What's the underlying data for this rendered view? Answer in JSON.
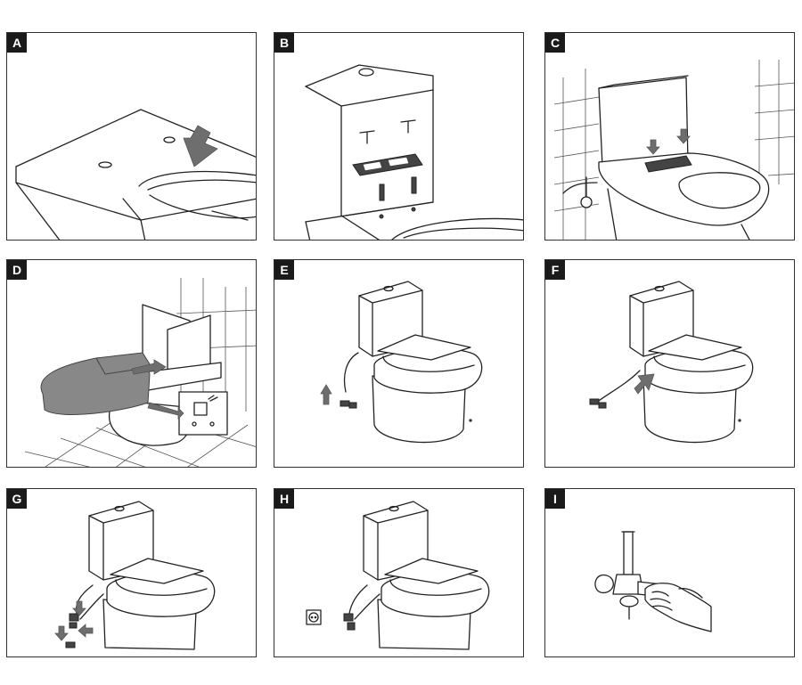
{
  "steps": [
    {
      "id": "A"
    },
    {
      "id": "B"
    },
    {
      "id": "C"
    },
    {
      "id": "D"
    },
    {
      "id": "E"
    },
    {
      "id": "F"
    },
    {
      "id": "G"
    },
    {
      "id": "H"
    },
    {
      "id": "I"
    }
  ],
  "colors": {
    "badge_bg": "#1a1a1a",
    "badge_text": "#ffffff",
    "line": "#222222",
    "arrow": "#6e6e6e",
    "seat_fill": "#888888"
  },
  "icons": [
    "down-arrow-icon",
    "up-arrow-icon",
    "socket-icon",
    "hand-icon",
    "valve-icon"
  ]
}
